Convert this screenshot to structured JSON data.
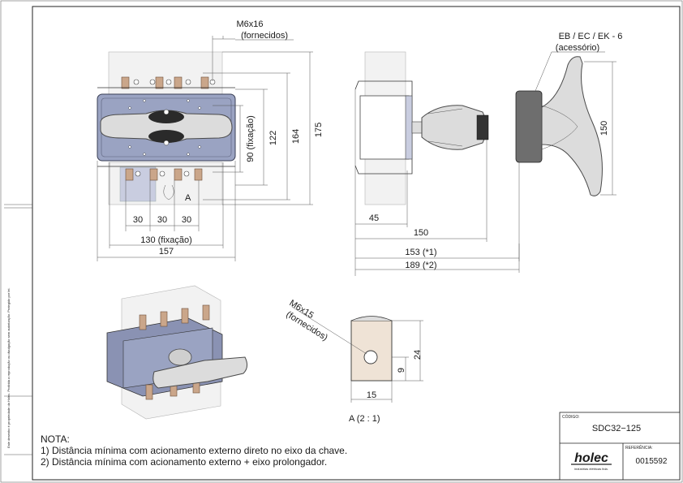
{
  "drawing": {
    "front_view": {
      "screw_label": "M6x16",
      "screw_sub": "(fornecidos)",
      "dim_30_a": "30",
      "dim_30_b": "30",
      "dim_30_c": "30",
      "dim_130": "130 (fixação)",
      "dim_157": "157",
      "dim_90": "90 (fixação)",
      "dim_122": "122",
      "dim_164": "164",
      "dim_175": "175",
      "detail_marker": "A"
    },
    "side_view": {
      "dim_45": "45",
      "dim_150": "150",
      "dim_153": "153 (*1)",
      "dim_189": "189 (*2)"
    },
    "handle_view": {
      "accessory_label": "EB / EC / EK - 6",
      "accessory_sub": "(acessório)",
      "dim_150": "150"
    },
    "detail_a": {
      "screw_label": "M6x15",
      "screw_sub": "(fornecidos)",
      "dim_24": "24",
      "dim_9": "9",
      "dim_15": "15",
      "caption": "A  (2 : 1)"
    },
    "notes": {
      "title": "NOTA:",
      "line1": "1) Distância mínima com acionamento externo direto no eixo da chave.",
      "line2": "2) Distância mínima com acionamento externo + eixo prolongador."
    },
    "title_block": {
      "code_label": "CÓDIGO:",
      "code_value": "SDC32−125",
      "brand": "holec",
      "brand_sub": "indústrias elétricas ltda.",
      "ref_label": "REFERÊNCIA:",
      "ref_value": "0015592"
    },
    "margin_note": "Este desenho é propriedade da Holec. Proibida a reprodução ou divulgação sem autorização. Protegido por lei."
  },
  "colors": {
    "body_blue": "#9aa3c2",
    "copper": "#caa68a",
    "handle_grey": "#dcdcdc"
  }
}
